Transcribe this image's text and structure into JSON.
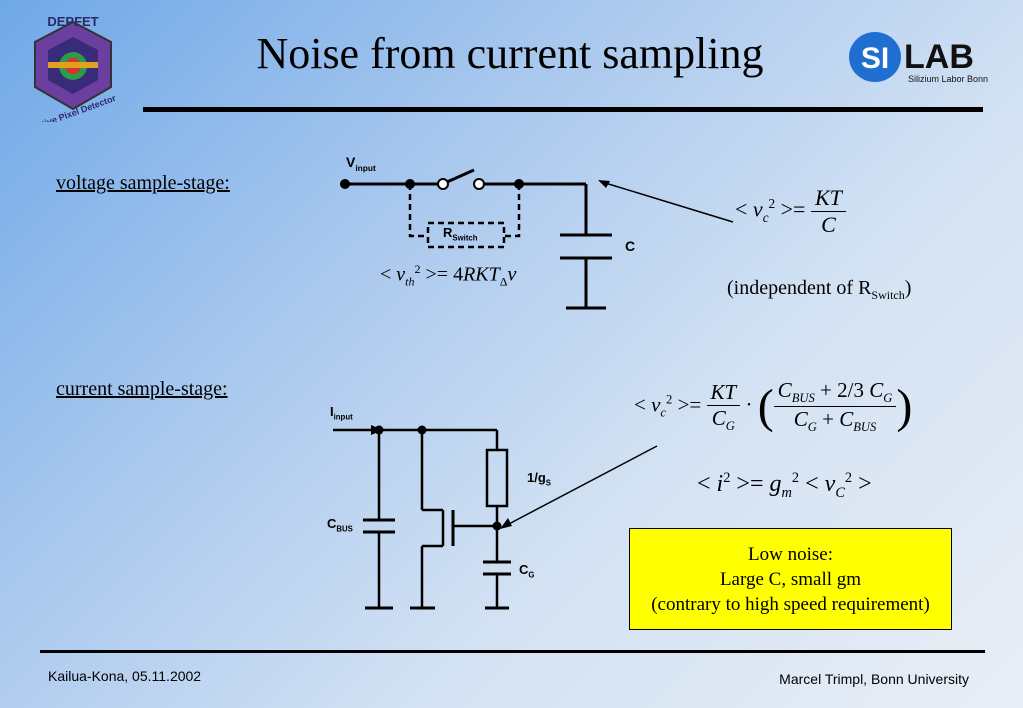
{
  "header": {
    "title": "Noise from current sampling",
    "logo_left_text": "DEPFET Active Pixel Detector",
    "logo_right_main": "SI LAB",
    "logo_right_sub": "Silizium Labor Bonn"
  },
  "voltage_stage": {
    "label": "voltage sample-stage:",
    "v_input": "V",
    "v_input_sub": "input",
    "r_switch": "R",
    "r_switch_sub": "Switch",
    "cap_label": "C",
    "thermal_eq": "<v_th^2> = 4RKT Δν",
    "result_eq": "<v_c^2> = KT / C",
    "note_prefix": "(independent of R",
    "note_sub": "Switch",
    "note_suffix": ")"
  },
  "current_stage": {
    "label": "current sample-stage:",
    "i_input": "I",
    "i_input_sub": "input",
    "c_bus": "C",
    "c_bus_sub": "BUS",
    "gs": "1/g",
    "gs_sub": "S",
    "c_g": "C",
    "c_g_sub": "G",
    "result_eq": "<v_c^2> = KT/C_G · (C_BUS + 2/3 C_G) / (C_G + C_BUS)",
    "current_eq": "<i^2> = g_m^2 <v_C^2>"
  },
  "note_box": {
    "line1": "Low noise:",
    "line2": "Large C, small gm",
    "line3": "(contrary to high speed requirement)"
  },
  "footer": {
    "left": "Kailua-Kona, 05.11.2002",
    "right": "Marcel Trimpl, Bonn University"
  }
}
